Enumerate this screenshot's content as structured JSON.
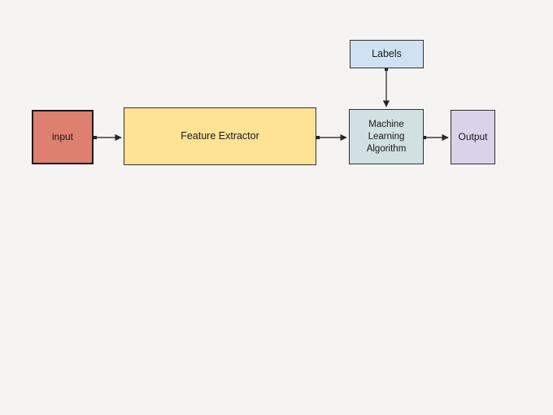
{
  "canvas": {
    "background": "#f5f4f2"
  },
  "diagram": {
    "title": "Machine learning pipeline flowchart",
    "nodes": [
      {
        "id": "input",
        "label": "input",
        "fill": "#dd8070",
        "border": "#231715",
        "shape": "rect"
      },
      {
        "id": "feature-extractor",
        "label": "Feature Extractor",
        "fill": "#ffe394",
        "border": "#333333",
        "shape": "rect"
      },
      {
        "id": "labels",
        "label": "Labels",
        "fill": "#cfe2f3",
        "border": "#333333",
        "shape": "rect"
      },
      {
        "id": "ml-algorithm",
        "label": "Machine Learning Algorithm",
        "lines": [
          "Machine",
          "Learning",
          "Algorithm"
        ],
        "fill": "#d0e0e3",
        "border": "#333333",
        "shape": "rect"
      },
      {
        "id": "output",
        "label": "Output",
        "fill": "#d9d2e9",
        "border": "#333333",
        "shape": "rect"
      }
    ],
    "edges": [
      {
        "from": "input",
        "to": "feature-extractor",
        "direction": "right",
        "style": "arrow"
      },
      {
        "from": "feature-extractor",
        "to": "ml-algorithm",
        "direction": "right",
        "style": "arrow"
      },
      {
        "from": "labels",
        "to": "ml-algorithm",
        "direction": "down",
        "style": "arrow"
      },
      {
        "from": "ml-algorithm",
        "to": "output",
        "direction": "right",
        "style": "arrow"
      }
    ],
    "edge_color": "#3d3d3d"
  }
}
